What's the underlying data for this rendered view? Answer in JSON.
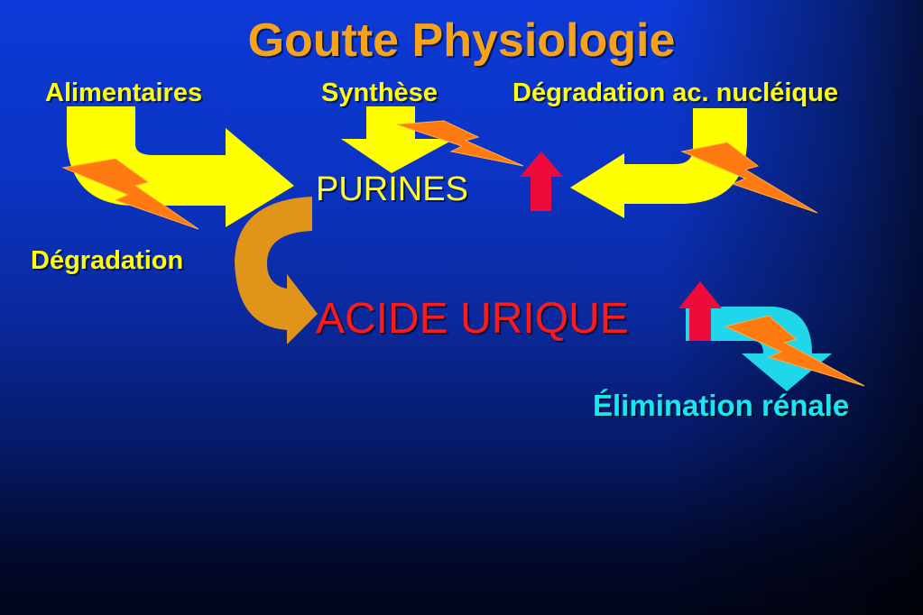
{
  "title": "Goutte Physiologie",
  "labels": {
    "alimentaires": "Alimentaires",
    "synthese": "Synthèse",
    "degradation_nucleique": "Dégradation ac. nucléique",
    "purines": "PURINES",
    "degradation": "Dégradation",
    "acide_urique": "ACIDE URIQUE",
    "elimination": "Élimination rénale"
  },
  "colors": {
    "title": "#f7a21b",
    "labels": "#ffff00",
    "purines": "#ffff33",
    "acide_urique": "#ff1a1a",
    "elimination": "#19e6f0",
    "arrow_yellow": "#ffff00",
    "arrow_orange": "#e0941a",
    "arrow_cyan": "#1fd6ea",
    "arrow_red": "#f00a3c",
    "lightning": "#ff7a10"
  },
  "icons": {
    "increase_arrow": "up-arrow-icon",
    "process_symbol": "lightning-icon"
  }
}
